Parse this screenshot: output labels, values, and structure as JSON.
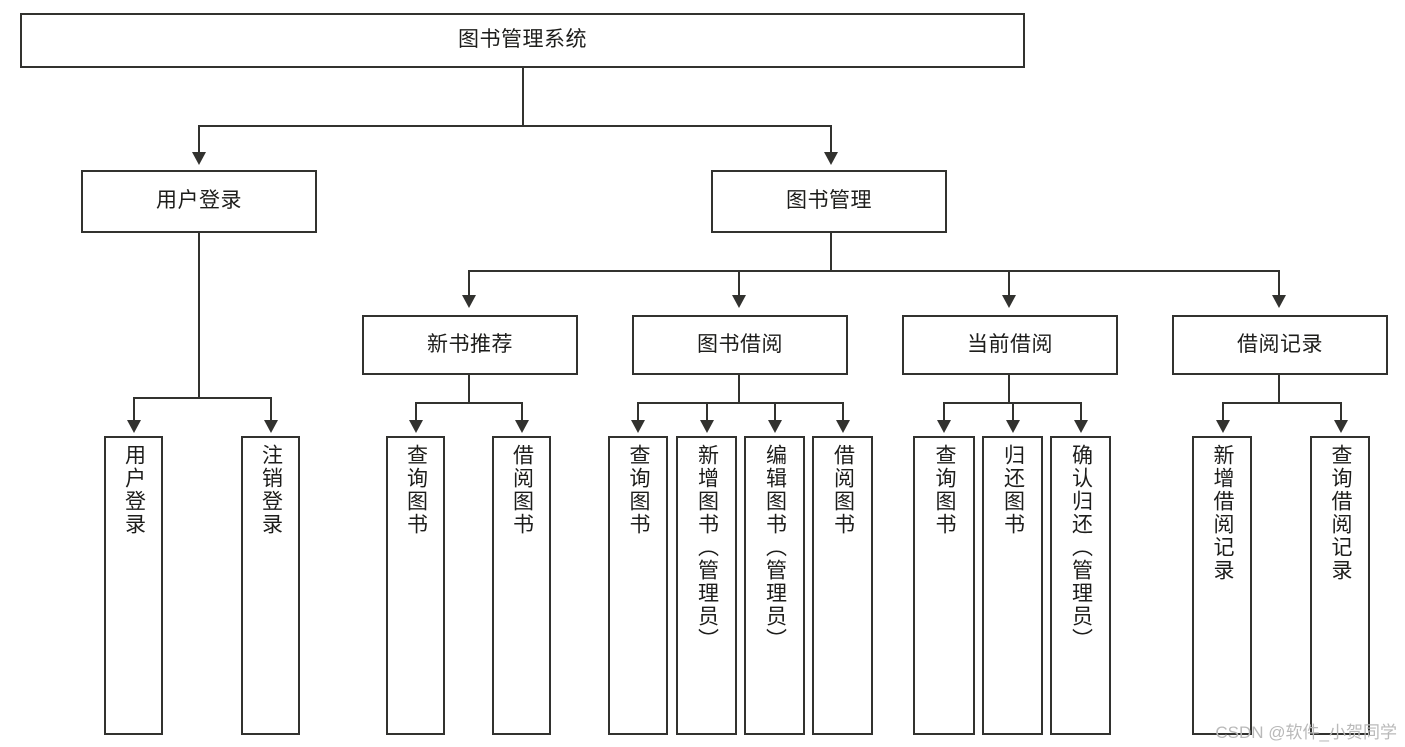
{
  "diagram": {
    "type": "tree-hierarchy",
    "title": "图书管理系统",
    "root": {
      "id": "root",
      "label": "图书管理系统",
      "level": 0
    },
    "level1": [
      {
        "id": "user-login",
        "label": "用户登录"
      },
      {
        "id": "book-management",
        "label": "图书管理"
      }
    ],
    "level2": [
      {
        "id": "new-book-recommend",
        "label": "新书推荐",
        "parent": "book-management"
      },
      {
        "id": "book-borrow",
        "label": "图书借阅",
        "parent": "book-management"
      },
      {
        "id": "current-borrow",
        "label": "当前借阅",
        "parent": "book-management"
      },
      {
        "id": "borrow-record",
        "label": "借阅记录",
        "parent": "book-management"
      }
    ],
    "leaves": {
      "user_login": [
        {
          "id": "leaf-user-login",
          "label": "用户登录"
        },
        {
          "id": "leaf-logout",
          "label": "注销登录"
        }
      ],
      "new_book_recommend": [
        {
          "id": "leaf-query-book-1",
          "label": "查询图书"
        },
        {
          "id": "leaf-borrow-book-1",
          "label": "借阅图书"
        }
      ],
      "book_borrow": [
        {
          "id": "leaf-query-book-2",
          "label": "查询图书"
        },
        {
          "id": "leaf-add-book",
          "label": "新增图书（管理员）"
        },
        {
          "id": "leaf-edit-book",
          "label": "编辑图书（管理员）"
        },
        {
          "id": "leaf-borrow-book-2",
          "label": "借阅图书"
        }
      ],
      "current_borrow": [
        {
          "id": "leaf-query-book-3",
          "label": "查询图书"
        },
        {
          "id": "leaf-return-book",
          "label": "归还图书"
        },
        {
          "id": "leaf-confirm-return",
          "label": "确认归还（管理员）"
        }
      ],
      "borrow_record": [
        {
          "id": "leaf-add-record",
          "label": "新增借阅记录"
        },
        {
          "id": "leaf-query-record",
          "label": "查询借阅记录"
        }
      ]
    }
  },
  "watermark": {
    "text": "CSDN @软件_小贺同学"
  },
  "colors": {
    "stroke": "#32322f",
    "text": "#1d1d1b",
    "background": "#ffffff",
    "watermark": "#b9b9b9"
  }
}
